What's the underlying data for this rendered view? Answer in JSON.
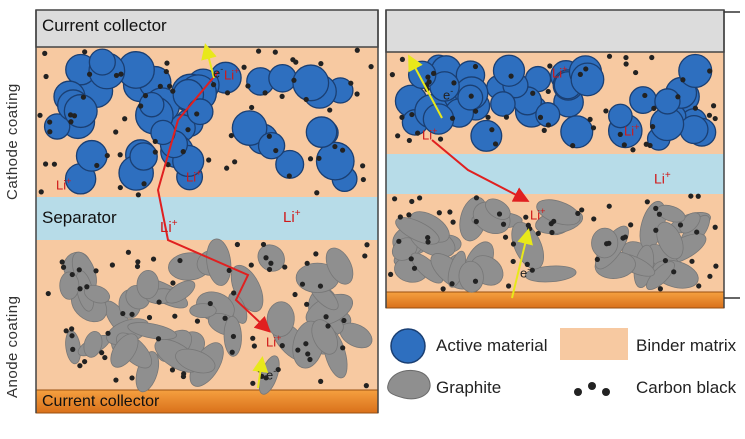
{
  "left_panel": {
    "top_collector_label": "Current collector",
    "bottom_collector_label": "Current collector",
    "separator_label": "Separator",
    "cathode_side_label": "Cathode coating",
    "anode_side_label": "Anode coating",
    "ions": [
      "Li",
      "Li",
      "Li",
      "Li",
      "Li",
      "Li"
    ],
    "electrons": [
      "e",
      "e"
    ]
  },
  "right_panel": {
    "ions": [
      "Li",
      "Li",
      "Li",
      "Li",
      "Li"
    ],
    "electrons": [
      "e",
      "e"
    ]
  },
  "legend": {
    "active_material": "Active material",
    "binder_matrix": "Binder matrix",
    "graphite": "Graphite",
    "carbon_black": "Carbon black"
  },
  "colors": {
    "cathode_particle": "#2e6fbf",
    "binder": "#f7c9a1",
    "separator": "#b7dce8",
    "graphite": "#8f8f8f",
    "collector_gray": "#d9d9d9",
    "collector_copper": "#e8821f",
    "ion_path": "#e02020",
    "electron_path": "#e8e81a"
  }
}
